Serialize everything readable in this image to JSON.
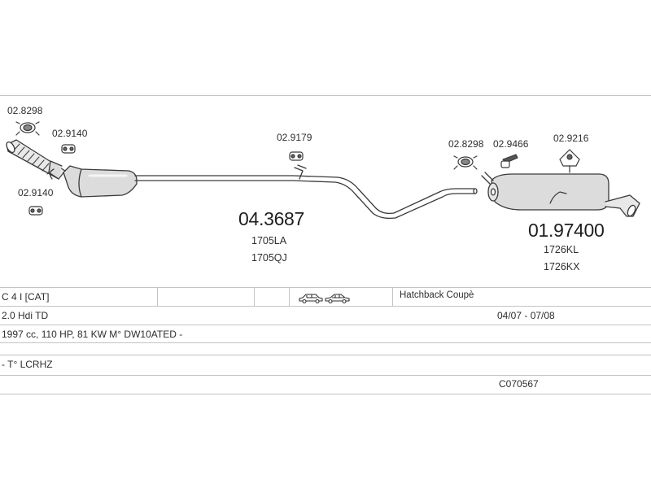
{
  "parts": {
    "clamp_front": "02.8298",
    "hanger_front_top": "02.9140",
    "hanger_front_bottom": "02.9140",
    "hanger_mid": "02.9179",
    "clamp_rear": "02.8298",
    "hanger_rear_1": "02.9466",
    "hanger_rear_2": "02.9216"
  },
  "middle_pipe": {
    "code": "04.3687",
    "refs": [
      "1705LA",
      "1705QJ"
    ]
  },
  "rear_silencer": {
    "code": "01.97400",
    "refs": [
      "1726KL",
      "1726KX"
    ]
  },
  "table": {
    "model": "C 4 I  [CAT]",
    "body": "Hatchback Coupè",
    "engine": "2.0 Hdi TD",
    "period": "04/07 - 07/08",
    "specs": "1997 cc, 110 HP, 81 KW M° DW10ATED -",
    "type_code": "- T° LCRHZ",
    "catalog_code": "C070567"
  },
  "icons": [
    "hatchback-car-icon",
    "coupe-car-icon"
  ]
}
